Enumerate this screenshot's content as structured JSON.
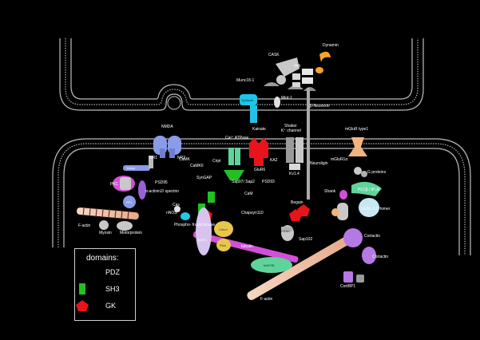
{
  "labels": {
    "cask": "CASK",
    "dynamin": "Dynamin",
    "veli": "Veli",
    "munc18": "Munc18-1",
    "syntaxin": "Syntaxin",
    "mint1": "Mint-1",
    "bassoon": "β-Neurexin",
    "nmda": "NMDA",
    "nr1": "NR1",
    "nr2": "NR2",
    "cakii_l": "CaMKII",
    "camk": "CaMK",
    "caatpase": "Ca²⁺ ATPase",
    "kainate": "Kainate",
    "glur6": "GluR6",
    "ka2": "KA2",
    "shaker": "Shaker",
    "kchannel": "K⁺ channel",
    "kv14": "Kv1.4",
    "neuroligin": "Neuroligin",
    "mglur1": "mGluR type1",
    "mglur1a": "mGluR1α",
    "gproteins": "G proteins",
    "plcb": "PLCβ / IP₃R",
    "pkc": "PKC",
    "pp1": "PP1",
    "yotiao": "Yotiao",
    "actinin": "α-actinin2/ spectrin",
    "nnos": "nNOS",
    "psd95": "PSD95",
    "syngap": "SynGAP",
    "cript": "Cript",
    "citron": "Citron",
    "pkb": "Pias",
    "gkap": "GKAP",
    "sap102": "Sap102",
    "chapsyn": "Chapsyn110",
    "psd93": "PSD93",
    "sap97": "Sap97",
    "sap97b": "Sap97/ Sap2",
    "sapap": "SAPAP",
    "shank": "Shank",
    "homer": "VESL-1 / Homer",
    "cortactin": "Cortactin",
    "cortbp1": "CortBP1",
    "fodrin": "F-actin",
    "fodrin2": "Fodrin",
    "myosin": "Myosin",
    "motorprotein": "Motorprotein",
    "phosph": "Phospho- fructo kinase",
    "map1a": "MAP1",
    "map2b": "MAP2B",
    "tubulin": "tubulin",
    "fodrin_lower": "F-actin",
    "cas": "Cas",
    "cam": "CaM",
    "begain": "Begain",
    "kalirin": "CaMKII"
  },
  "legend": {
    "title": "domains:",
    "items": [
      {
        "label": "PDZ",
        "color": "#f2b37e"
      },
      {
        "label": "SH3",
        "color": "#22c122"
      },
      {
        "label": "GK",
        "color": "#e8141c"
      }
    ]
  },
  "colors": {
    "membrane": "#bdbdbd",
    "pdz": "#f2b37e",
    "sh3": "#22c122",
    "gk": "#e8141c",
    "nmda": "#8a9be8",
    "syntaxin": "#1fc4e6",
    "actin": "#f3c9a8",
    "tubulin": "#d24fd9",
    "map2b": "#5fd49a",
    "citron": "#e8c64a",
    "cortactin": "#b678e3"
  }
}
